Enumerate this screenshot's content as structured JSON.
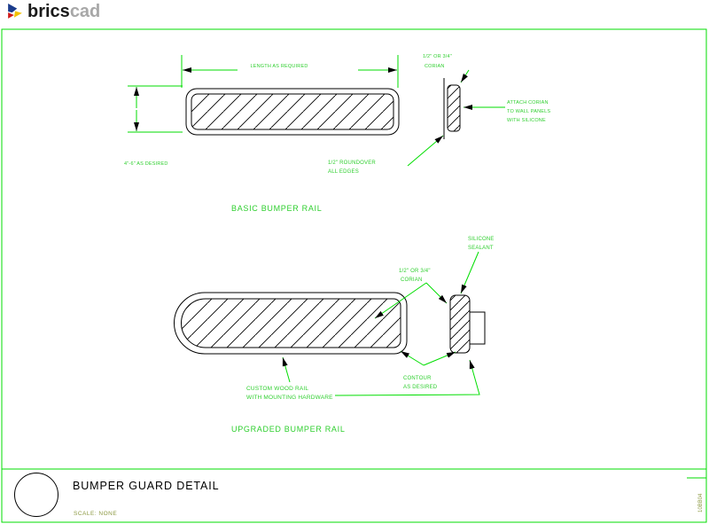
{
  "header": {
    "logo_icon": "bricscad-logo-icon",
    "brand_primary": "brics",
    "brand_secondary": "cad"
  },
  "basic_rail": {
    "dim_length": "LENGTH AS REQUIRED",
    "dim_height": "4\"-6\" AS DESIRED",
    "note_corian_l1": "1/2\" OR 3/4\"",
    "note_corian_l2": "CORIAN",
    "note_attach_l1": "ATTACH CORIAN",
    "note_attach_l2": "TO WALL PANELS",
    "note_attach_l3": "WITH SILICONE",
    "note_roundover_l1": "1/2\" ROUNDOVER",
    "note_roundover_l2": "ALL EDGES",
    "label": "BASIC BUMPER RAIL"
  },
  "upgraded_rail": {
    "note_sealant_l1": "SILICONE",
    "note_sealant_l2": "SEALANT",
    "note_corian_l1": "1/2\" OR 3/4\"",
    "note_corian_l2": "CORIAN",
    "note_contour_l1": "CONTOUR",
    "note_contour_l2": "AS DESIRED",
    "note_rail_l1": "CUSTOM WOOD RAIL",
    "note_rail_l2": "WITH MOUNTING HARDWARE",
    "label": "UPGRADED BUMPER RAIL"
  },
  "title_block": {
    "drawing_title": "BUMPER GUARD DETAIL",
    "scale_label": "SCALE:  NONE",
    "sheet_code": "10BB04"
  },
  "colors": {
    "annotation_green": "#00DE00",
    "annotation_text_green": "#2FCF2F",
    "title_block_olive": "#8B9840",
    "geometry_black": "#000000",
    "brand_black": "#1A1A1A",
    "brand_gray": "#A8A8A8"
  }
}
